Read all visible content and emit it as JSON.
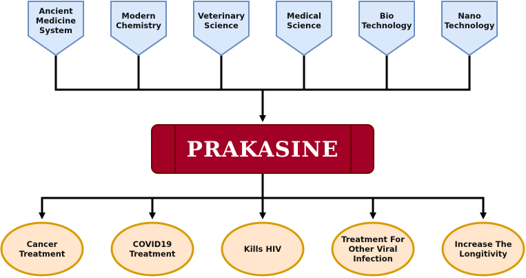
{
  "colors": {
    "source_fill": "#dae8fc",
    "source_stroke": "#6c8ebf",
    "center_fill": "#a20025",
    "center_stroke": "#6f0000",
    "output_fill": "#ffe6cc",
    "output_stroke": "#d79b00",
    "connector": "#000000"
  },
  "sources": [
    {
      "lines": [
        "Ancient",
        "Medicine",
        "System"
      ]
    },
    {
      "lines": [
        "Modern",
        "Chemistry"
      ]
    },
    {
      "lines": [
        "Veterinary",
        "Science"
      ]
    },
    {
      "lines": [
        "Medical",
        "Science"
      ]
    },
    {
      "lines": [
        "Bio",
        "Technology"
      ]
    },
    {
      "lines": [
        "Nano",
        "Technology"
      ]
    }
  ],
  "center": {
    "label": "PRAKASINE"
  },
  "outputs": [
    {
      "lines": [
        "Cancer",
        "Treatment"
      ]
    },
    {
      "lines": [
        "COVID19",
        "Treatment"
      ]
    },
    {
      "lines": [
        "Kills HIV"
      ]
    },
    {
      "lines": [
        "Treatment For",
        "Other Viral",
        "Infection"
      ]
    },
    {
      "lines": [
        "Increase The",
        "Longitivity"
      ]
    }
  ]
}
